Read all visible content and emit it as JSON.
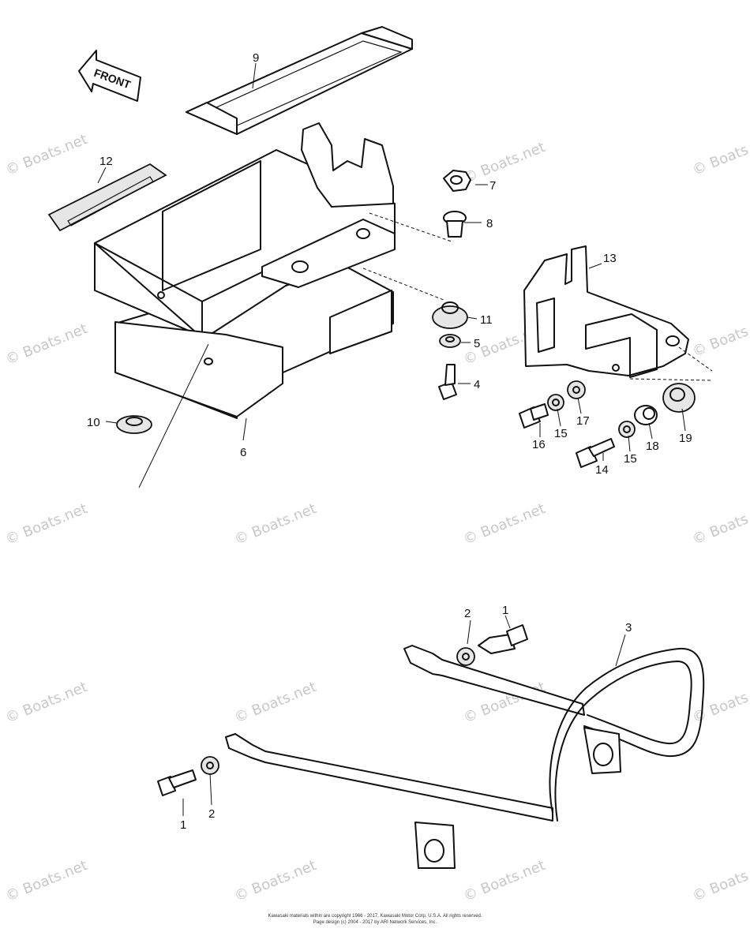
{
  "diagram": {
    "front_label": "FRONT",
    "callouts": {
      "c1a": "1",
      "c1b": "1",
      "c2a": "2",
      "c2b": "2",
      "c3": "3",
      "c4": "4",
      "c5": "5",
      "c6": "6",
      "c7": "7",
      "c8": "8",
      "c9": "9",
      "c10": "10",
      "c11": "11",
      "c12": "12",
      "c13": "13",
      "c14": "14",
      "c15a": "15",
      "c15b": "15",
      "c16": "16",
      "c17": "17",
      "c18": "18",
      "c19": "19"
    },
    "watermark": "© Boats.net",
    "copyright_line1": "Kawasaki materials within are copyright 1966 - 2017, Kawasaki Motor Corp. U.S.A. All rights reserved.",
    "copyright_line2": "Page design (c) 2004 - 2017 by ARI Network Services, Inc."
  }
}
